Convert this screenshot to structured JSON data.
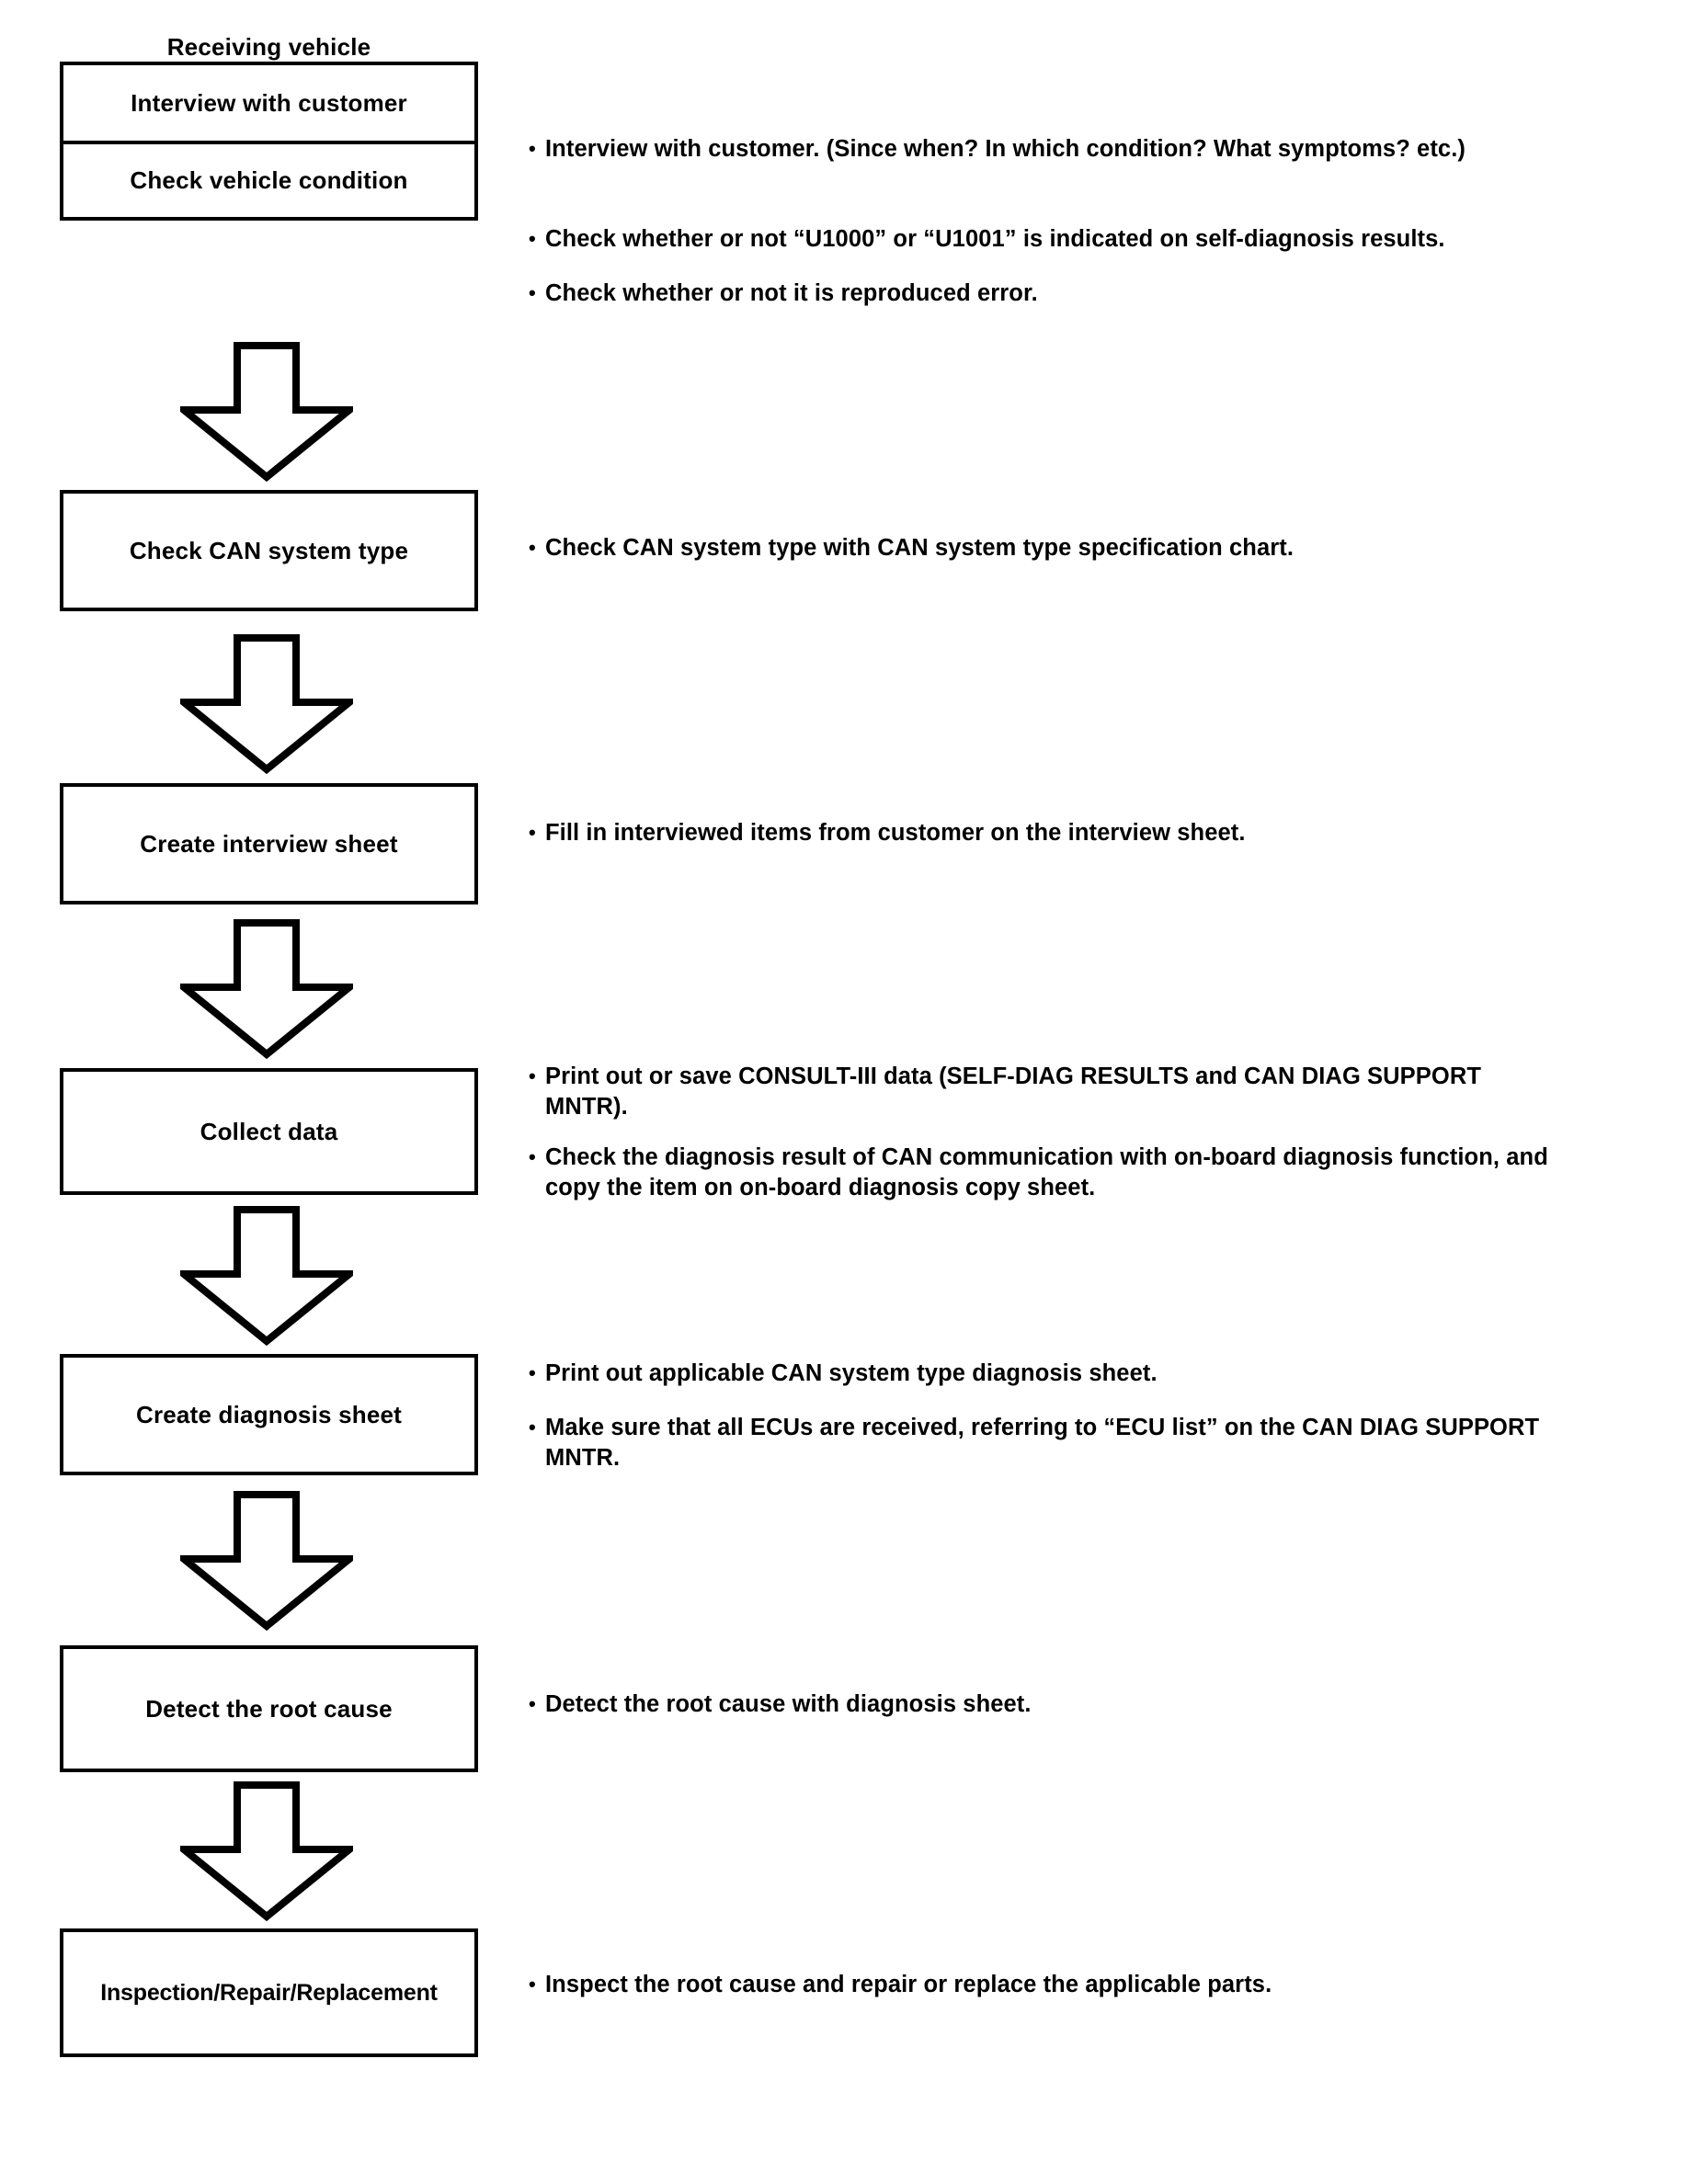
{
  "diagram": {
    "title_caption": "Receiving vehicle",
    "steps": [
      {
        "id": "interview-with-customer",
        "box_label": "Interview with customer",
        "notes": [
          "Interview with customer. (Since when? In which condition? What symptoms? etc.)"
        ]
      },
      {
        "id": "check-vehicle-condition",
        "box_label": "Check vehicle condition",
        "notes": [
          "Check whether or not “U1000” or “U1001” is indicated on self-diagnosis results.",
          "Check whether or not it is reproduced error."
        ]
      },
      {
        "id": "check-can-system-type",
        "box_label": "Check CAN system type",
        "notes": [
          "Check CAN system type with CAN system type specification chart."
        ]
      },
      {
        "id": "create-interview-sheet",
        "box_label": "Create interview sheet",
        "notes": [
          "Fill in interviewed items from customer on the interview sheet."
        ]
      },
      {
        "id": "collect-data",
        "box_label": "Collect data",
        "notes": [
          "Print out or save CONSULT-III data (SELF-DIAG RESULTS and CAN DIAG SUPPORT MNTR).",
          "Check the diagnosis result of CAN communication with on-board diagnosis function, and copy the item on on-board diagnosis copy sheet."
        ]
      },
      {
        "id": "create-diagnosis-sheet",
        "box_label": "Create diagnosis sheet",
        "notes": [
          "Print out applicable CAN system type diagnosis sheet.",
          "Make sure that all ECUs are received, referring to “ECU list” on the CAN DIAG SUPPORT MNTR."
        ]
      },
      {
        "id": "detect-the-root-cause",
        "box_label": "Detect the root cause",
        "notes": [
          "Detect the root cause with diagnosis sheet."
        ]
      },
      {
        "id": "inspection-repair-replacement",
        "box_label": "Inspection/Repair/Replacement",
        "notes": [
          "Inspect the root cause and repair or replace the applicable parts."
        ]
      }
    ],
    "bullet_glyph": "•",
    "arrow_icon_name": "down-arrow-icon",
    "colors": {
      "ink": "#000000",
      "page": "#ffffff"
    }
  }
}
